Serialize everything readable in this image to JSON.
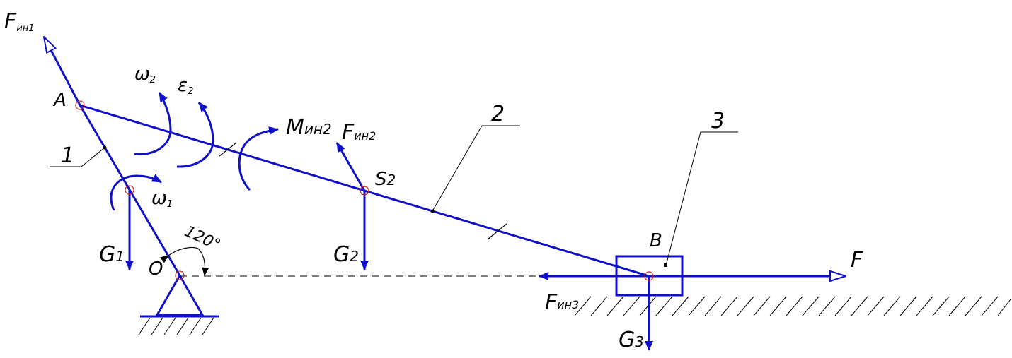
{
  "labels": {
    "point_a": "A",
    "point_b": "B",
    "point_o": "O",
    "link_1": "1",
    "link_2": "2",
    "link_3": "3",
    "angle": "120°",
    "force_f": "F",
    "f_in1_main": "F",
    "f_in1_sub": "ин1",
    "f_in2_main": "F",
    "f_in2_sub": "ин2",
    "f_in3_main": "F",
    "f_in3_sub": "ин3",
    "m_in2_main": "M",
    "m_in2_sub": "ин2",
    "g1_main": "G",
    "g1_sub": "1",
    "g2_main": "G",
    "g2_sub": "2",
    "g3_main": "G",
    "g3_sub": "3",
    "s2_main": "S",
    "s2_sub": "2",
    "omega1_main": "ω",
    "omega1_sub": "1",
    "omega2_main": "ω",
    "omega2_sub": "2",
    "eps2_main": "ε",
    "eps2_sub": "2"
  },
  "colors": {
    "vectors": "#1010c8",
    "lines": "#000000",
    "joints": "#cc2222"
  }
}
